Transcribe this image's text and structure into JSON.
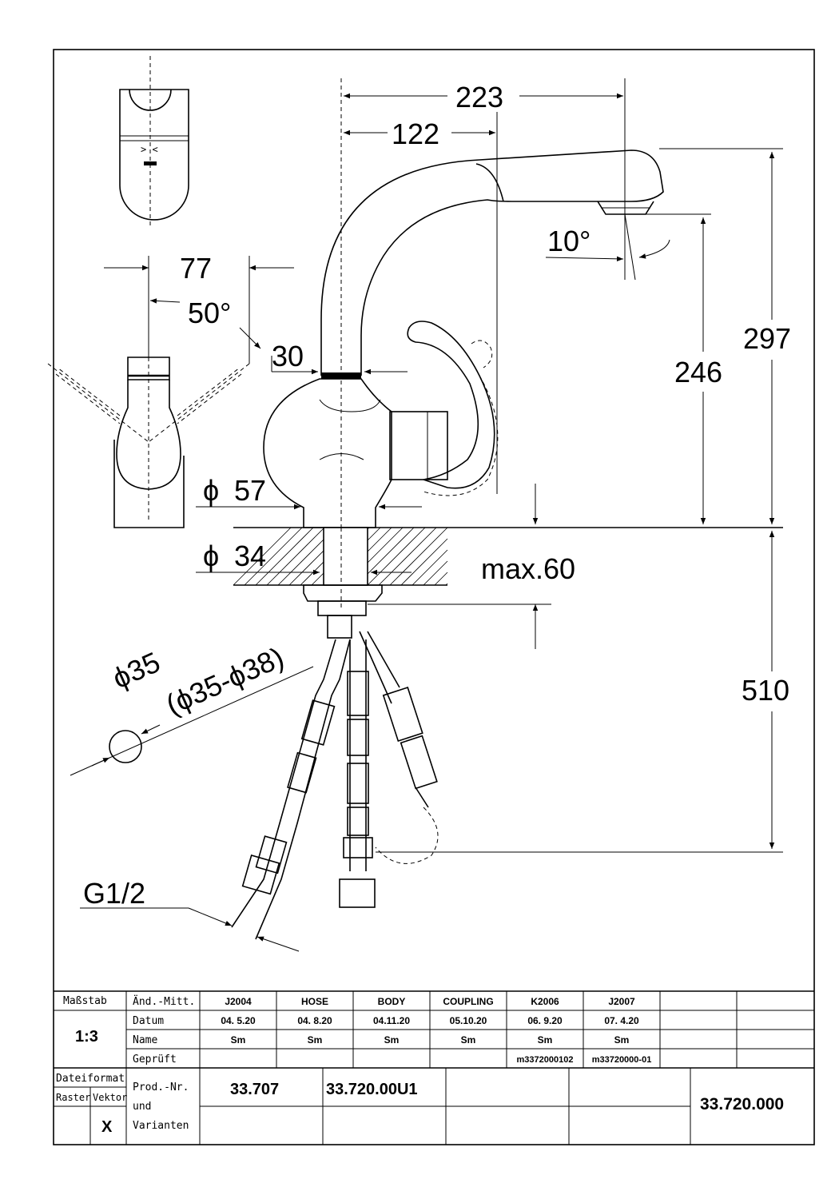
{
  "dimensions": {
    "d223": "223",
    "d122": "122",
    "d10deg": "10°",
    "d77": "77",
    "d50deg": "50°",
    "d30": "30",
    "d297": "297",
    "d246": "246",
    "d57": "57",
    "d34": "34",
    "max60": "max.60",
    "d510": "510",
    "phi35": "ϕ35",
    "phi35_38": "(ϕ35-ϕ38)",
    "g12": "G1/2",
    "dia_symbol": "ϕ"
  },
  "title_block": {
    "scale_label": "Maßstab",
    "scale_value": "1:3",
    "row_labels": [
      "Änd.-Mitt.",
      "Datum",
      "Name",
      "Geprüft"
    ],
    "columns": [
      {
        "change": "J2004",
        "date": "04. 5.20",
        "name": "Sm",
        "checked": ""
      },
      {
        "change": "HOSE",
        "date": "04. 8.20",
        "name": "Sm",
        "checked": ""
      },
      {
        "change": "BODY",
        "date": "04.11.20",
        "name": "Sm",
        "checked": ""
      },
      {
        "change": "COUPLING",
        "date": "05.10.20",
        "name": "Sm",
        "checked": ""
      },
      {
        "change": "K2006",
        "date": "06. 9.20",
        "name": "Sm",
        "checked": "m3372000102"
      },
      {
        "change": "J2007",
        "date": "07. 4.20",
        "name": "Sm",
        "checked": "m33720000-01"
      }
    ],
    "file_format_label": "Dateiformat",
    "raster_label": "Raster",
    "vektor_label": "Vektor",
    "vektor_mark": "X",
    "prod_label_1": "Prod.-Nr.",
    "prod_label_2": "und",
    "prod_label_3": "Varianten",
    "variant_1": "33.707",
    "variant_2": "33.720.00U1",
    "main_number": "33.720.000"
  }
}
